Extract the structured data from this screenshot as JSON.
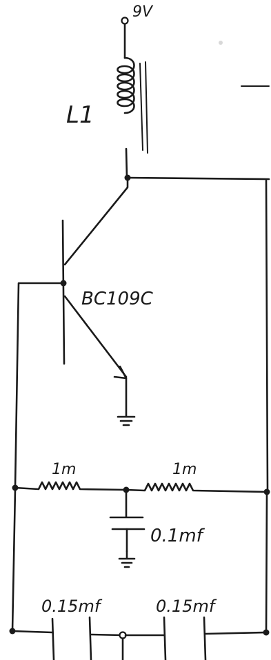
{
  "supply_label": "9V",
  "inductor_label": "L1",
  "transistor_label": "BC109C",
  "resistor_left_label": "1m",
  "resistor_right_label": "1m",
  "shunt_capacitor_label": "0.1mf",
  "capacitor_left_label": "0.15mf",
  "capacitor_right_label": "0.15mf"
}
